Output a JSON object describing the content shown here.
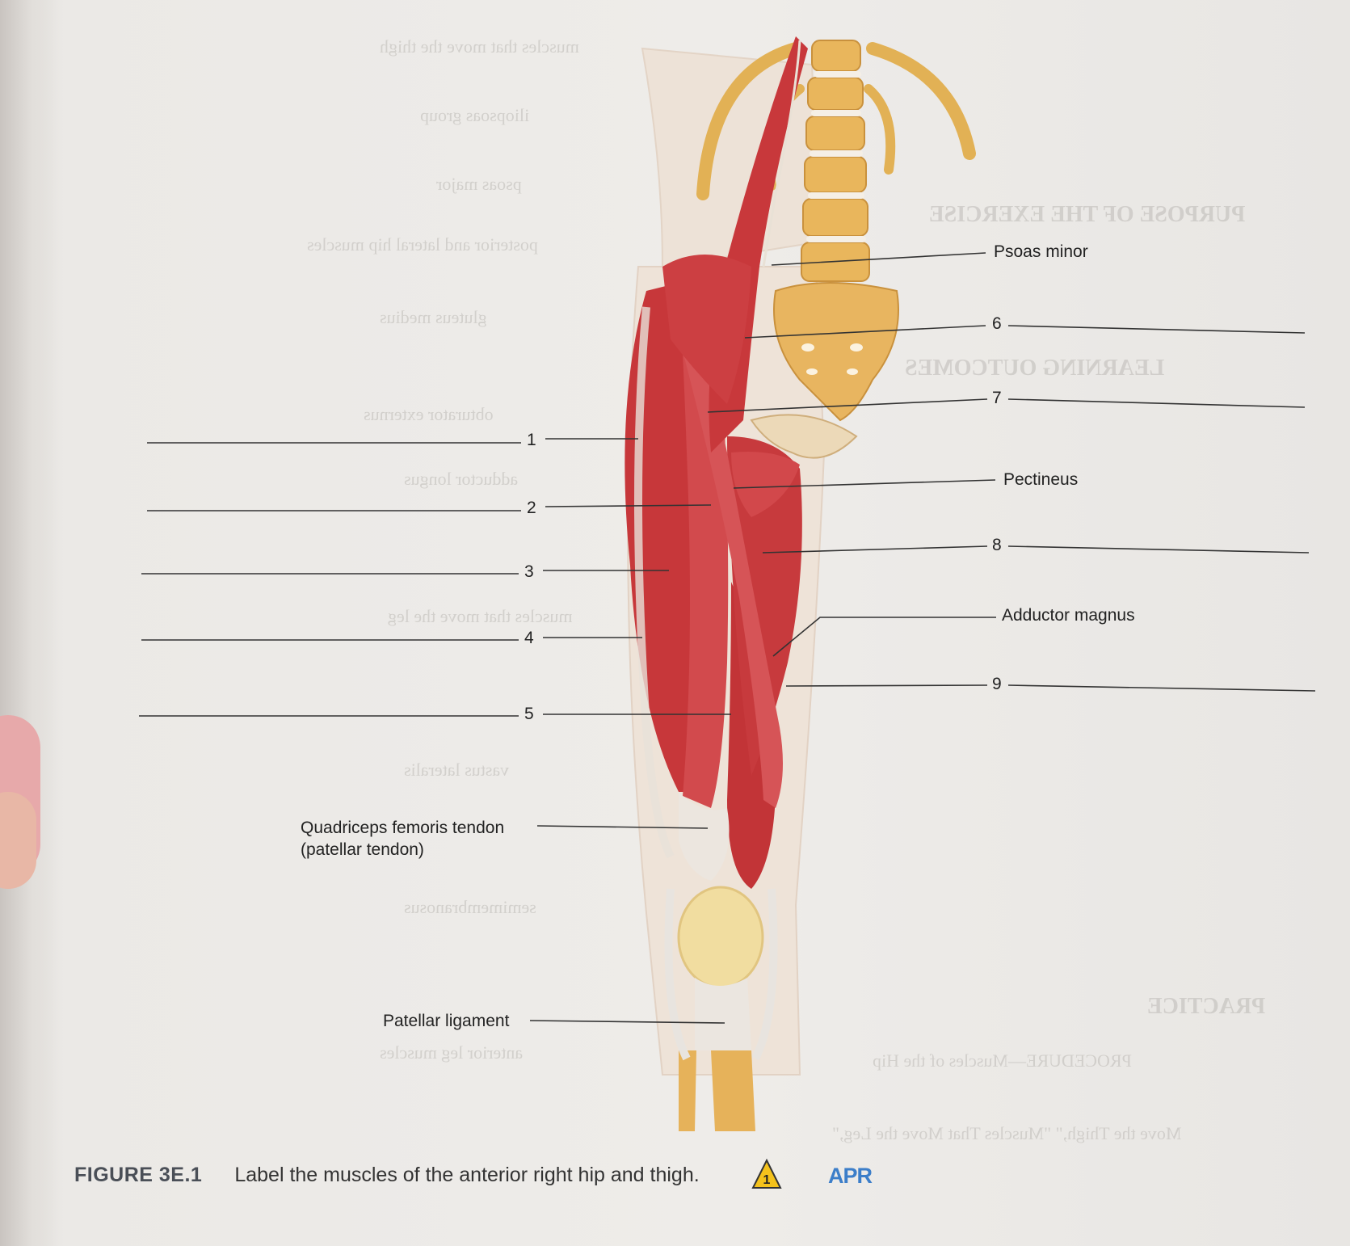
{
  "labels": {
    "psoas_minor": "Psoas minor",
    "pectineus": "Pectineus",
    "adductor_magnus": "Adductor magnus",
    "quadriceps_line1": "Quadriceps femoris tendon",
    "quadriceps_line2": "(patellar tendon)",
    "patellar_ligament": "Patellar ligament"
  },
  "numbers": {
    "n1": "1",
    "n2": "2",
    "n3": "3",
    "n4": "4",
    "n5": "5",
    "n6": "6",
    "n7": "7",
    "n8": "8",
    "n9": "9"
  },
  "caption": {
    "figure": "FIGURE 3E.1",
    "text": "Label the muscles of the anterior right hip and thigh.",
    "badge_number": "1",
    "badge_text": "APR"
  },
  "colors": {
    "muscle": "#c7373a",
    "muscle_light": "#d9565a",
    "bone": "#e4b35a",
    "tendon": "#e6e3df",
    "skin": "#efe4da"
  }
}
